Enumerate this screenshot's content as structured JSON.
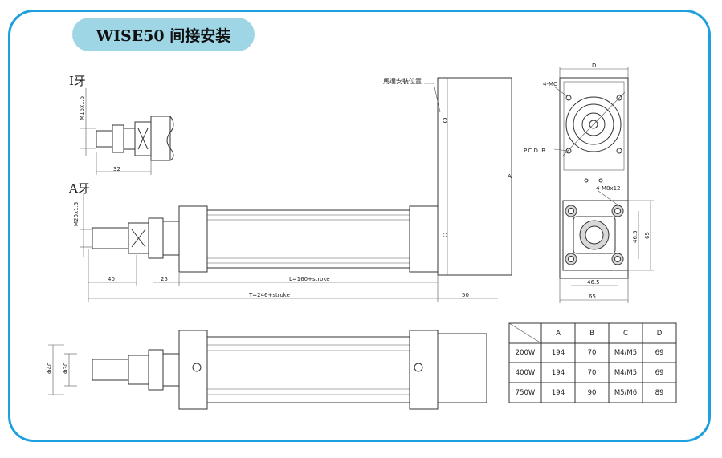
{
  "title": "WISE50 间接安装",
  "views": {
    "i_thread": {
      "label": "I牙",
      "thread_spec": "M16x1.5",
      "length": "32"
    },
    "a_thread": {
      "label": "A牙",
      "thread_spec": "M20x1.5"
    },
    "sensor_label": "馬達安裝位置",
    "dims": {
      "d40": "40",
      "d25": "25",
      "L": "L=160+stroke",
      "T": "T=246+stroke",
      "d50": "50",
      "A": "A",
      "D": "D",
      "mc": "4-MC",
      "pcd": "P.C.D. B",
      "m8": "4-M8x12",
      "d465a": "46.5",
      "d65a": "65",
      "d465b": "46.5",
      "d65b": "65",
      "phi40": "Φ40",
      "phi30": "Φ30"
    }
  },
  "table": {
    "headers": [
      "",
      "A",
      "B",
      "C",
      "D"
    ],
    "rows": [
      [
        "200W",
        "194",
        "70",
        "M4/M5",
        "69"
      ],
      [
        "400W",
        "194",
        "70",
        "M4/M5",
        "69"
      ],
      [
        "750W",
        "194",
        "90",
        "M5/M6",
        "89"
      ]
    ]
  }
}
